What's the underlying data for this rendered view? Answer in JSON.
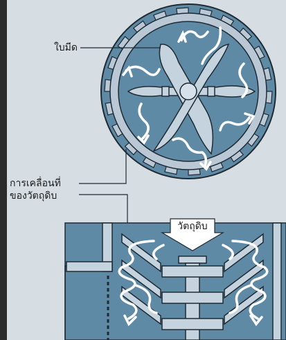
{
  "labels": {
    "blades": "ใบมีด",
    "material_motion_line1": "การเคลื่อนที่",
    "material_motion_line2": "ของวัตถุดิบ",
    "raw_material": "วัตถุดิบ"
  },
  "colors": {
    "background": "#d6dde3",
    "left_strip": "#2b2b2b",
    "housing": "#5e8aa6",
    "stator_face": "#b9c8d4",
    "blade_fill": "#c5d3de",
    "outline": "#1f2a33",
    "arrow": "#ffffff"
  }
}
